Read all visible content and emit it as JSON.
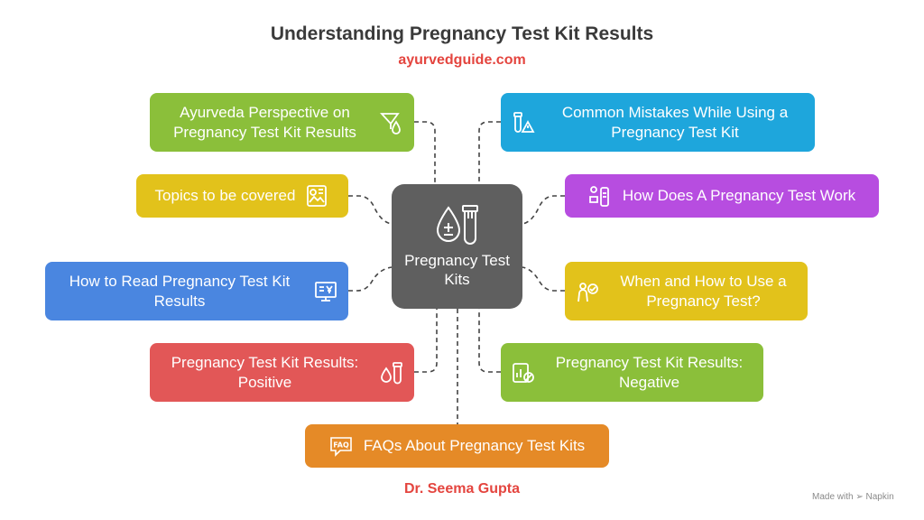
{
  "title": "Understanding Pregnancy Test Kit Results",
  "subtitle": "ayurvedguide.com",
  "author": "Dr. Seema Gupta",
  "watermark": "Made with ➢ Napkin",
  "center": {
    "label": "Pregnancy Test Kits",
    "icon": "pregnancy-test-kit-icon"
  },
  "topics": {
    "ayurveda": {
      "label": "Ayurveda Perspective on Pregnancy Test Kit Results",
      "icon": "herbal-funnel-icon",
      "color": "#8bbf3a"
    },
    "topics": {
      "label": "Topics to be covered",
      "icon": "checklist-image-icon",
      "color": "#e2c21b"
    },
    "read": {
      "label": "How to Read Pregnancy Test Kit Results",
      "icon": "monitor-icon",
      "color": "#4a86e0"
    },
    "positive": {
      "label": "Pregnancy Test Kit Results: Positive",
      "icon": "test-tube-drop-icon",
      "color": "#e25757"
    },
    "mistakes": {
      "label": "Common Mistakes While Using a Pregnancy Test Kit",
      "icon": "test-warning-icon",
      "color": "#1ea6dc"
    },
    "how_work": {
      "label": "How Does A Pregnancy Test Work",
      "icon": "test-device-icon",
      "color": "#b74de0"
    },
    "when_use": {
      "label": "When and How to Use a Pregnancy Test?",
      "icon": "person-check-icon",
      "color": "#e2c21b"
    },
    "negative": {
      "label": "Pregnancy Test Kit Results: Negative",
      "icon": "chart-cancel-icon",
      "color": "#8bbf3a"
    },
    "faqs": {
      "label": "FAQs About Pregnancy Test Kits",
      "icon": "faq-bubble-icon",
      "color": "#e58a27"
    }
  }
}
